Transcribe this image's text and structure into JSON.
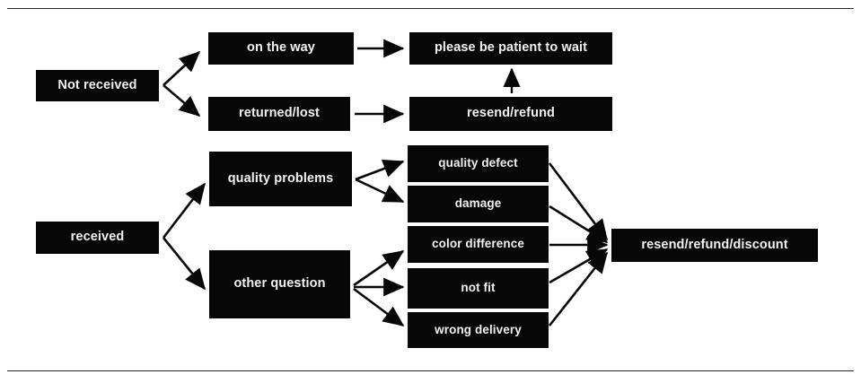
{
  "figure": {
    "title": "after-sales issue resolution flowchart",
    "background_color": "#ffffff",
    "node_fill_color": "#070707",
    "node_text_color": "#f2f2f2",
    "rule_color": "#2b2b2b"
  },
  "rules": {
    "top_label": "top-divider",
    "bottom_label": "bottom-divider"
  },
  "nodes": {
    "not_received": "Not received",
    "on_the_way": "on the way",
    "returned_lost": "returned/lost",
    "please_be_patient": "please be patient to wait",
    "resend_refund": "resend/refund",
    "received": "received",
    "quality_problems": "quality problems",
    "other_question": "other question",
    "quality_defect": "quality defect",
    "damage": "damage",
    "color_difference": "color difference",
    "not_fit": "not fit",
    "wrong_delivery": "wrong delivery",
    "resend_refund_discount": "resend/refund/discount"
  },
  "edges": [
    {
      "from": "not_received",
      "to": "on_the_way"
    },
    {
      "from": "not_received",
      "to": "returned_lost"
    },
    {
      "from": "on_the_way",
      "to": "please_be_patient"
    },
    {
      "from": "returned_lost",
      "to": "resend_refund"
    },
    {
      "from": "resend_refund",
      "to": "please_be_patient"
    },
    {
      "from": "received",
      "to": "quality_problems"
    },
    {
      "from": "received",
      "to": "other_question"
    },
    {
      "from": "quality_problems",
      "to": "quality_defect"
    },
    {
      "from": "quality_problems",
      "to": "damage"
    },
    {
      "from": "other_question",
      "to": "color_difference"
    },
    {
      "from": "other_question",
      "to": "not_fit"
    },
    {
      "from": "other_question",
      "to": "wrong_delivery"
    },
    {
      "from": "quality_defect",
      "to": "resend_refund_discount"
    },
    {
      "from": "damage",
      "to": "resend_refund_discount"
    },
    {
      "from": "color_difference",
      "to": "resend_refund_discount"
    },
    {
      "from": "not_fit",
      "to": "resend_refund_discount"
    },
    {
      "from": "wrong_delivery",
      "to": "resend_refund_discount"
    }
  ]
}
